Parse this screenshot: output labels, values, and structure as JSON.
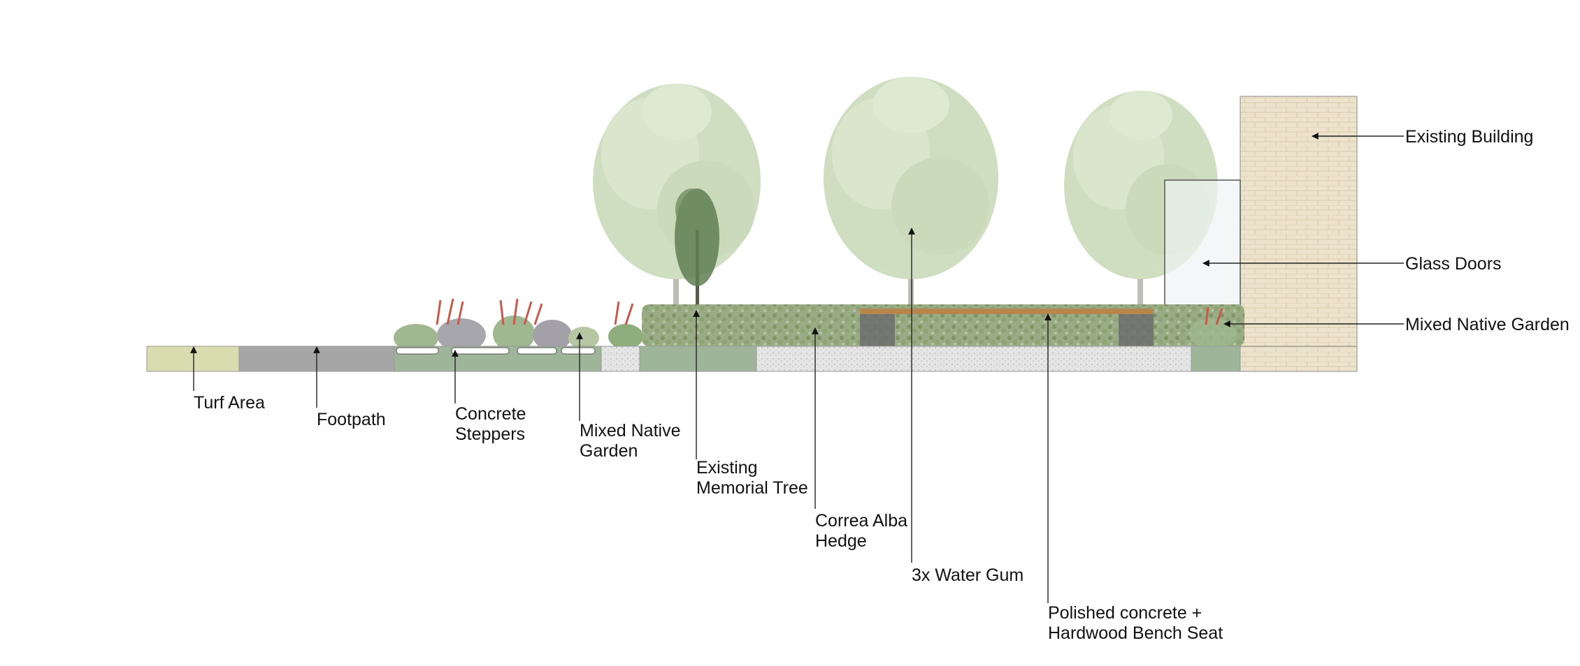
{
  "labels": {
    "turf_area": "Turf Area",
    "footpath": "Footpath",
    "concrete_steppers": [
      "Concrete",
      "Steppers"
    ],
    "mixed_native_garden_front": [
      "Mixed Native",
      "Garden"
    ],
    "existing_memorial_tree": [
      "Existing",
      "Memorial Tree"
    ],
    "correa_alba_hedge": [
      "Correa Alba",
      "Hedge"
    ],
    "water_gum": "3x Water Gum",
    "bench_seat": [
      "Polished concrete +",
      "Hardwood Bench Seat"
    ],
    "existing_building": "Existing Building",
    "glass_doors": "Glass Doors",
    "mixed_native_garden_rear": "Mixed Native Garden"
  },
  "colors": {
    "turf": "#d8dcae",
    "footpath": "#a6a6a6",
    "garden_bed": "#9eb59a",
    "gravel": "#e3e3e3",
    "hedge": "#8ea17a",
    "tree_canopy": "#b9d0a2",
    "memorial_tree": "#5f7e52",
    "brick": "#ede3cd",
    "bench_timber": "#b8864d",
    "bench_base": "#6d6d6d",
    "glass": "#eef3f3",
    "leader_line": "#222222"
  }
}
